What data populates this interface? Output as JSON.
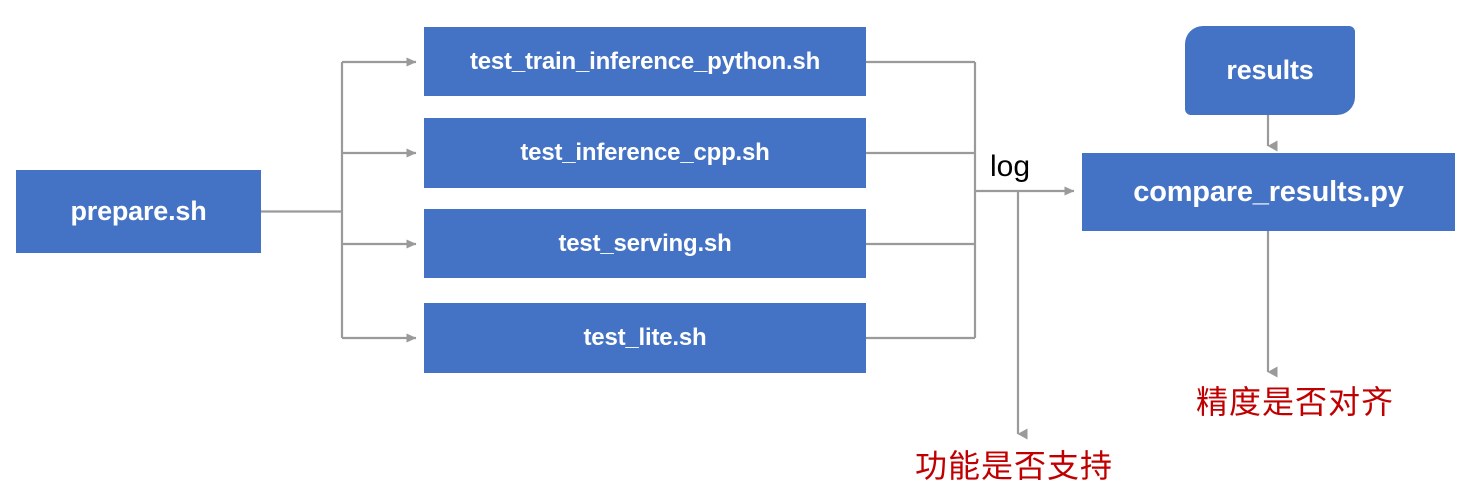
{
  "diagram": {
    "title": "PaddlePaddle TIPC test pipeline flowchart",
    "colors": {
      "node_fill": "#4472C4",
      "node_text": "#FFFFFF",
      "connector": "#9A9A9A",
      "annotation_text": "#C00000",
      "edge_label_text": "#000000",
      "background": "#FFFFFF"
    },
    "entry": {
      "label": "prepare.sh"
    },
    "steps": [
      {
        "label": "test_train_inference_python.sh"
      },
      {
        "label": "test_inference_cpp.sh"
      },
      {
        "label": "test_serving.sh"
      },
      {
        "label": "test_lite.sh"
      }
    ],
    "edge_labels": {
      "log": "log"
    },
    "results_node": {
      "label": "results"
    },
    "compare_node": {
      "label": "compare_results.py"
    },
    "annotations": [
      {
        "label": "功能是否支持"
      },
      {
        "label": "精度是否对齐"
      }
    ]
  }
}
